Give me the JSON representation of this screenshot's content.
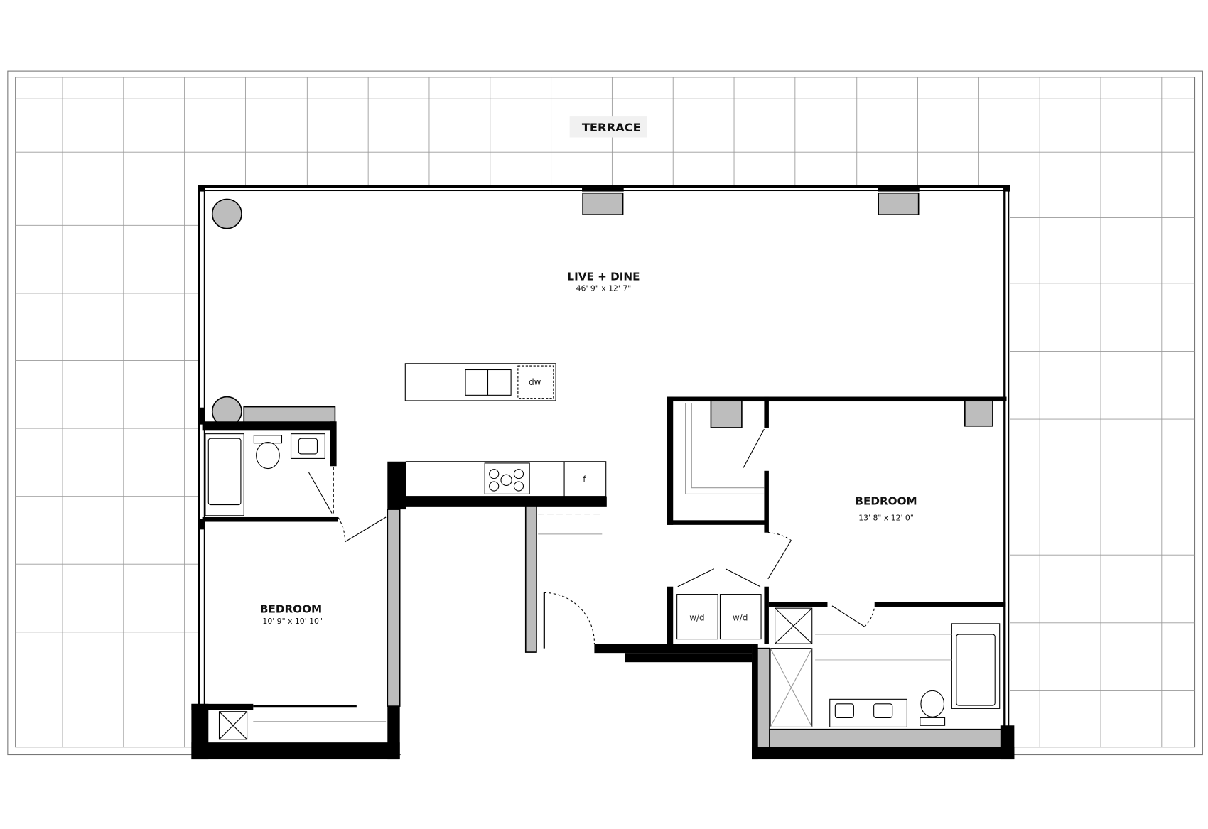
{
  "terrace": {
    "label": "TERRACE"
  },
  "rooms": {
    "live_dine": {
      "label": "LIVE + DINE",
      "dims": "46' 9\" x 12' 7\""
    },
    "bedroom_right": {
      "label": "BEDROOM",
      "dims": "13' 8\" x 12' 0\""
    },
    "bedroom_left": {
      "label": "BEDROOM",
      "dims": "10' 9\" x 10' 10\""
    }
  },
  "appliances": {
    "dishwasher": "dw",
    "fridge": "f",
    "washer_dryer_1": "w/d",
    "washer_dryer_2": "w/d"
  },
  "colors": {
    "wall": "#000000",
    "concrete": "#bdbdbd",
    "grid": "#9a9a9a"
  }
}
